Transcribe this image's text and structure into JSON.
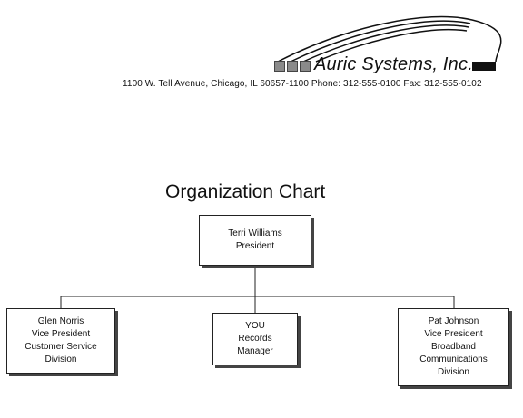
{
  "company": {
    "name": "Auric Systems, Inc.",
    "address": "1100 W. Tell Avenue, Chicago, IL 60657-1100 Phone: 312-555-0100 Fax: 312-555-0102"
  },
  "chart": {
    "title": "Organization Chart",
    "root": {
      "lines": [
        "Terri Williams",
        "President"
      ]
    },
    "children": [
      {
        "lines": [
          "Glen Norris",
          "Vice President",
          "Customer Service",
          "Division"
        ]
      },
      {
        "lines": [
          "YOU",
          "Records",
          "Manager"
        ]
      },
      {
        "lines": [
          "Pat Johnson",
          "Vice President",
          "Broadband",
          "Communications",
          "Division"
        ]
      }
    ]
  }
}
